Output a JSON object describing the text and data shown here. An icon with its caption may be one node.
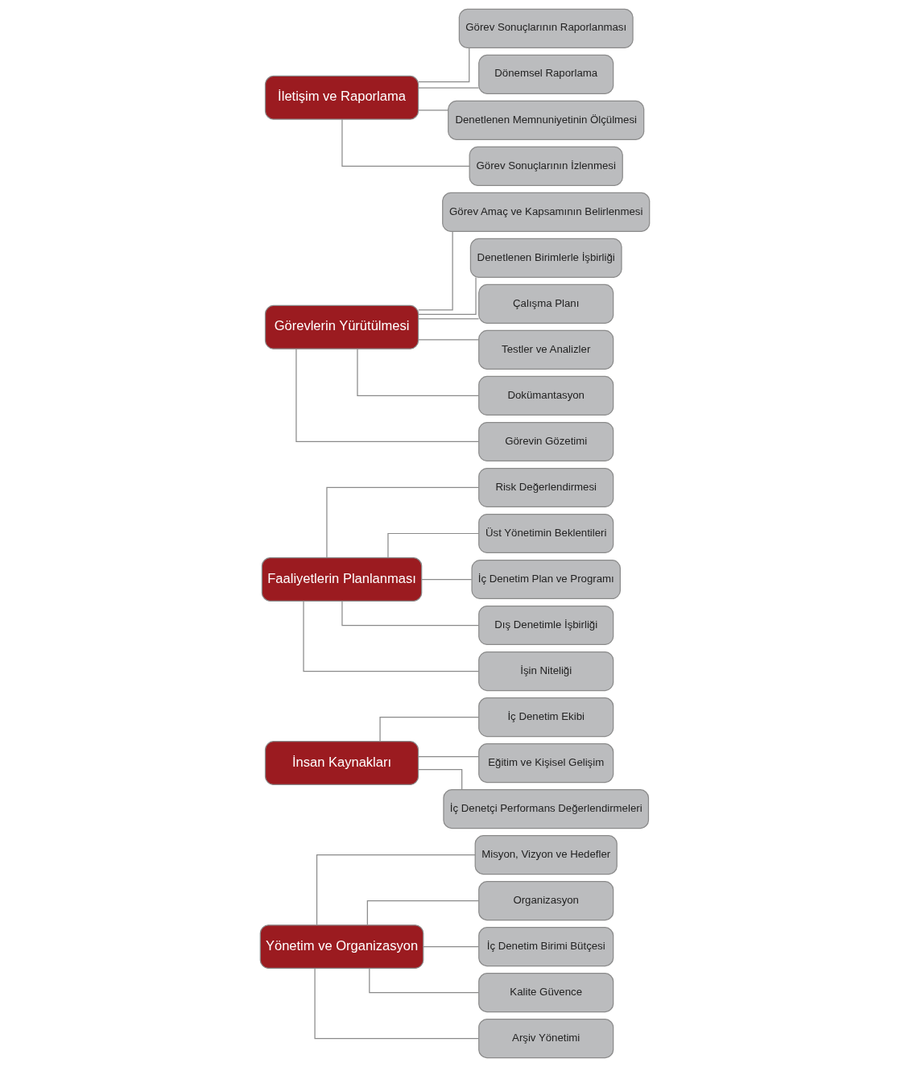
{
  "diagram": {
    "nodes": [
      {
        "text": [
          "Yönetim ve Organizasyon"
        ]
      },
      {
        "text": [
          "Misyon, Vizyon ve Hedefler"
        ]
      },
      {
        "text": [
          "Organizasyon"
        ]
      },
      {
        "text": [
          "İç Denetim Birimi Bütçesi"
        ]
      },
      {
        "text": [
          "Kalite Güvence"
        ]
      },
      {
        "text": [
          "Arşiv Yönetimi"
        ]
      },
      {
        "text": [
          "İnsan Kaynakları"
        ]
      },
      {
        "text": [
          "İç Denetim Ekibi"
        ]
      },
      {
        "text": [
          "Eğitim ve Kişisel Gelişim"
        ]
      },
      {
        "text": [
          "İç Denetçi Performans Değerlendirmeleri"
        ]
      },
      {
        "text": [
          "Faaliyetlerin Planlanması"
        ]
      },
      {
        "text": [
          "Risk Değerlendirmesi"
        ]
      },
      {
        "text": [
          "Üst Yönetimin Beklentileri"
        ]
      },
      {
        "text": [
          "İç Denetim Plan ve Programı"
        ]
      },
      {
        "text": [
          "Dış Denetimle İşbirliği"
        ]
      },
      {
        "text": [
          "İşin Niteliği"
        ]
      },
      {
        "text": [
          "Görevlerin Yürütülmesi"
        ]
      },
      {
        "text": [
          "Görev Amaç ve Kapsamının Belirlenmesi"
        ]
      },
      {
        "text": [
          "Denetlenen Birimlerle İşbirliği"
        ]
      },
      {
        "text": [
          "Çalışma Planı"
        ]
      },
      {
        "text": [
          "Testler ve Analizler"
        ]
      },
      {
        "text": [
          "Dokümantasyon"
        ]
      },
      {
        "text": [
          "Görevin Gözetimi"
        ]
      },
      {
        "text": [
          "İletişim ve Raporlama"
        ]
      },
      {
        "text": [
          "Görev Sonuçlarının Raporlanması"
        ]
      },
      {
        "text": [
          "Dönemsel Raporlama"
        ]
      },
      {
        "text": [
          "Denetlenen Memnuniyetinin Ölçülmesi"
        ]
      },
      {
        "text": [
          "Görev Sonuçlarının İzlenmesi"
        ]
      }
    ],
    "edges": [
      {
        "from": 0,
        "to": 1,
        "arrow": "none"
      },
      {
        "from": 0,
        "to": 2,
        "arrow": "none"
      },
      {
        "from": 0,
        "to": 3,
        "arrow": "none"
      },
      {
        "from": 0,
        "to": 4,
        "arrow": "none"
      },
      {
        "from": 0,
        "to": 5,
        "arrow": "none"
      },
      {
        "from": 6,
        "to": 7,
        "arrow": "none"
      },
      {
        "from": 6,
        "to": 8,
        "arrow": "none"
      },
      {
        "from": 6,
        "to": 9,
        "arrow": "none"
      },
      {
        "from": 10,
        "to": 11,
        "arrow": "none"
      },
      {
        "from": 10,
        "to": 12,
        "arrow": "none"
      },
      {
        "from": 10,
        "to": 13,
        "arrow": "none"
      },
      {
        "from": 10,
        "to": 14,
        "arrow": "none"
      },
      {
        "from": 10,
        "to": 15,
        "arrow": "none"
      },
      {
        "from": 16,
        "to": 17,
        "arrow": "none"
      },
      {
        "from": 16,
        "to": 18,
        "arrow": "none"
      },
      {
        "from": 16,
        "to": 19,
        "arrow": "none"
      },
      {
        "from": 16,
        "to": 20,
        "arrow": "none"
      },
      {
        "from": 16,
        "to": 21,
        "arrow": "none"
      },
      {
        "from": 16,
        "to": 22,
        "arrow": "none"
      },
      {
        "from": 23,
        "to": 24,
        "arrow": "none"
      },
      {
        "from": 23,
        "to": 25,
        "arrow": "none"
      },
      {
        "from": 23,
        "to": 26,
        "arrow": "none"
      },
      {
        "from": 23,
        "to": 27,
        "arrow": "none"
      }
    ]
  }
}
